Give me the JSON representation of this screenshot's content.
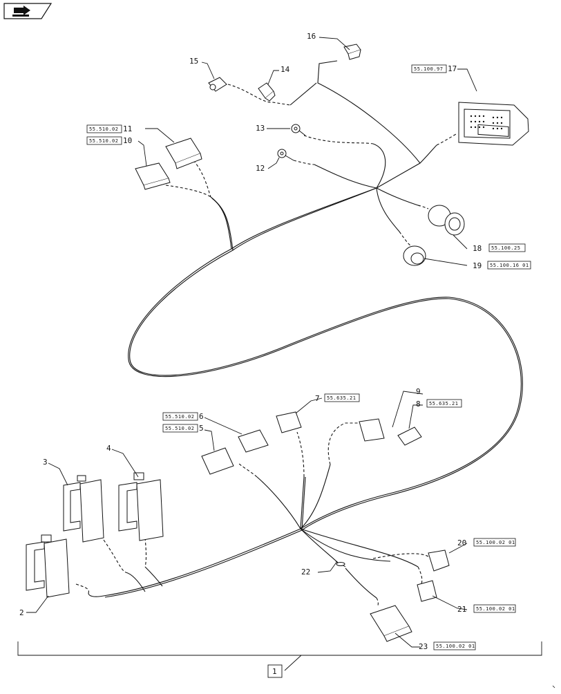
{
  "nav": {
    "icon": "next-page-arrow-icon"
  },
  "callouts": [
    {
      "id": "1",
      "num": "1",
      "ref": ""
    },
    {
      "id": "2",
      "num": "2",
      "ref": ""
    },
    {
      "id": "3",
      "num": "3",
      "ref": ""
    },
    {
      "id": "4",
      "num": "4",
      "ref": ""
    },
    {
      "id": "5",
      "num": "5",
      "ref": "55.510.02"
    },
    {
      "id": "6",
      "num": "6",
      "ref": "55.510.02"
    },
    {
      "id": "7",
      "num": "7",
      "ref": "55.635.21"
    },
    {
      "id": "8",
      "num": "8",
      "ref": "55.635.21"
    },
    {
      "id": "9",
      "num": "9",
      "ref": ""
    },
    {
      "id": "10",
      "num": "10",
      "ref": "55.510.02"
    },
    {
      "id": "11",
      "num": "11",
      "ref": "55.510.02"
    },
    {
      "id": "12",
      "num": "12",
      "ref": ""
    },
    {
      "id": "13",
      "num": "13",
      "ref": ""
    },
    {
      "id": "14",
      "num": "14",
      "ref": ""
    },
    {
      "id": "15",
      "num": "15",
      "ref": ""
    },
    {
      "id": "16",
      "num": "16",
      "ref": ""
    },
    {
      "id": "17",
      "num": "17",
      "ref": "55.100.97"
    },
    {
      "id": "18",
      "num": "18",
      "ref": "55.100.25"
    },
    {
      "id": "19",
      "num": "19",
      "ref": "55.100.16 01"
    },
    {
      "id": "20",
      "num": "20",
      "ref": "55.100.02 01"
    },
    {
      "id": "21",
      "num": "21",
      "ref": "55.100.02 01"
    },
    {
      "id": "22",
      "num": "22",
      "ref": ""
    },
    {
      "id": "23",
      "num": "23",
      "ref": "55.100.02 01"
    }
  ]
}
